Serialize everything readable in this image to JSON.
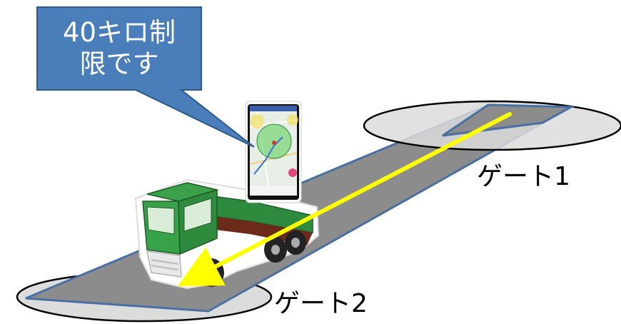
{
  "callout": {
    "line1": "40キロ制",
    "line2": "限です"
  },
  "gates": {
    "gate1": "ゲート1",
    "gate2": "ゲート2"
  },
  "colors": {
    "callout_fill": "#4a7ebb",
    "callout_border": "#2d5a8e",
    "road": "#8c8c8c",
    "road_edge": "#4a6fa5",
    "zone_fill": "#dcdcdc",
    "route_arrow": "#ffff00",
    "truck_body": "#2e8b3e",
    "truck_cab_dark": "#1f6b2c",
    "truck_bed": "#6b2a1a"
  },
  "icons": {
    "device": "smartphone-icon",
    "vehicle": "dump-truck-icon"
  }
}
